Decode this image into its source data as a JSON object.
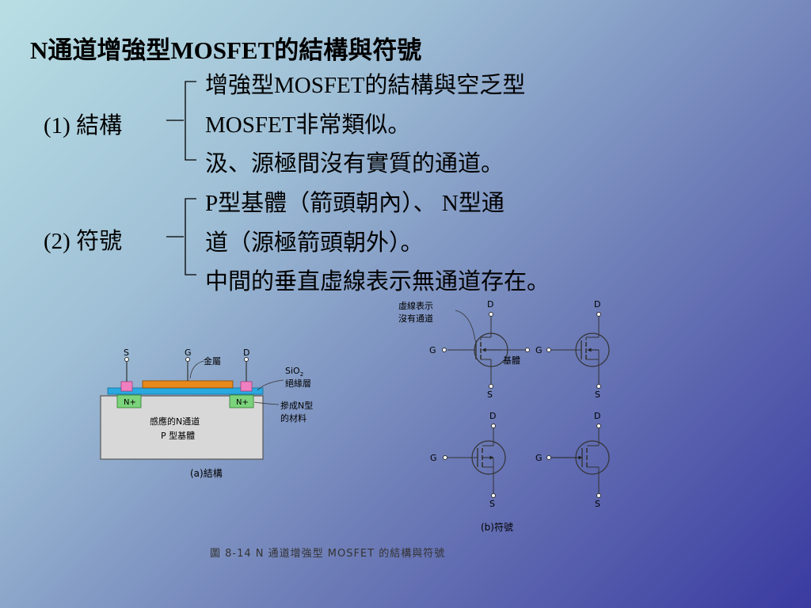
{
  "title": "N通道增強型MOSFET的結構與符號",
  "sections": [
    {
      "label": "(1) 結構",
      "lines": [
        "增強型MOSFET的結構與空乏型",
        "MOSFET非常類似。",
        "汲、源極間沒有實質的通道。"
      ]
    },
    {
      "label": "(2) 符號",
      "lines": [
        "P型基體（箭頭朝內）、 N型通",
        "道（源極箭頭朝外）。",
        "中間的垂直虛線表示無通道存在。"
      ]
    }
  ],
  "structure_figure": {
    "terminals": {
      "source": "S",
      "gate": "G",
      "drain": "D"
    },
    "labels": {
      "metal": "金屬",
      "sio2": "SiO",
      "sio2_sub": "2",
      "insulator": "絕緣層",
      "n_plus": "N+",
      "doped": [
        "摻成N型",
        "的材料"
      ],
      "induced": "感應的N通道",
      "substrate": "P 型基體",
      "caption": "(a)結構"
    },
    "colors": {
      "metal": "#e8891c",
      "oxide": "#29a9e0",
      "n_plus": "#7bd37b",
      "contact": "#f07fc0",
      "substrate": "#d8d8d8"
    }
  },
  "symbol_figure": {
    "labels": {
      "dashed_note": [
        "虛線表示",
        "沒有通道"
      ],
      "body": "基體",
      "caption": "(b)符號"
    },
    "terminals": {
      "drain": "D",
      "gate": "G",
      "source": "S"
    }
  },
  "figure_caption": "圖 8-14  N 通道增強型 MOSFET 的結構與符號"
}
